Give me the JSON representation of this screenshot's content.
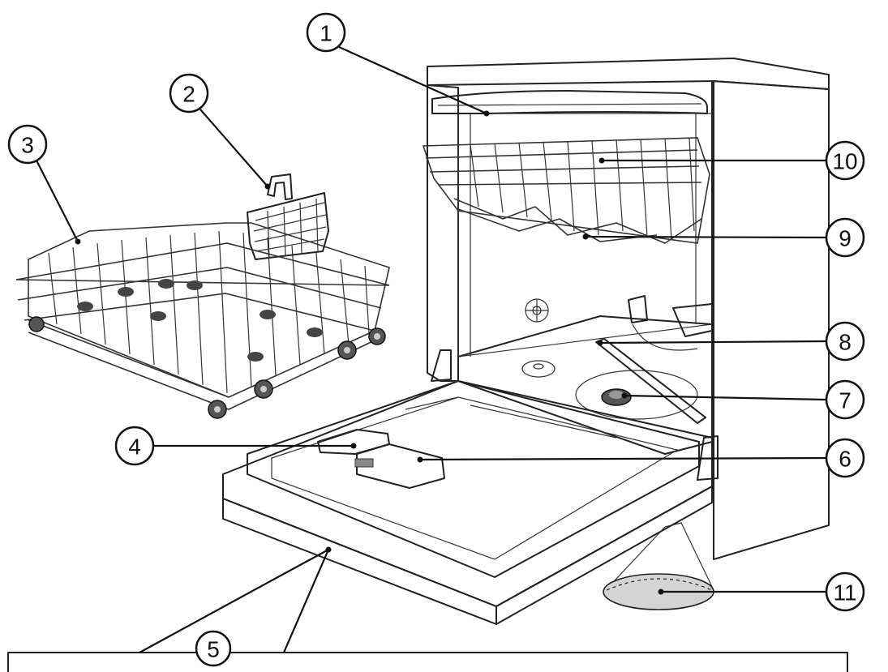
{
  "callouts": [
    {
      "id": "1",
      "label": "1"
    },
    {
      "id": "2",
      "label": "2"
    },
    {
      "id": "3",
      "label": "3"
    },
    {
      "id": "4",
      "label": "4"
    },
    {
      "id": "5",
      "label": "5"
    },
    {
      "id": "6",
      "label": "6"
    },
    {
      "id": "7",
      "label": "7"
    },
    {
      "id": "8",
      "label": "8"
    },
    {
      "id": "9",
      "label": "9"
    },
    {
      "id": "10",
      "label": "10"
    },
    {
      "id": "11",
      "label": "11"
    }
  ],
  "colors": {
    "line": "#222222",
    "background": "#ffffff",
    "fill_light": "#e6e6e6",
    "fill_mid": "#c8c8c8"
  }
}
